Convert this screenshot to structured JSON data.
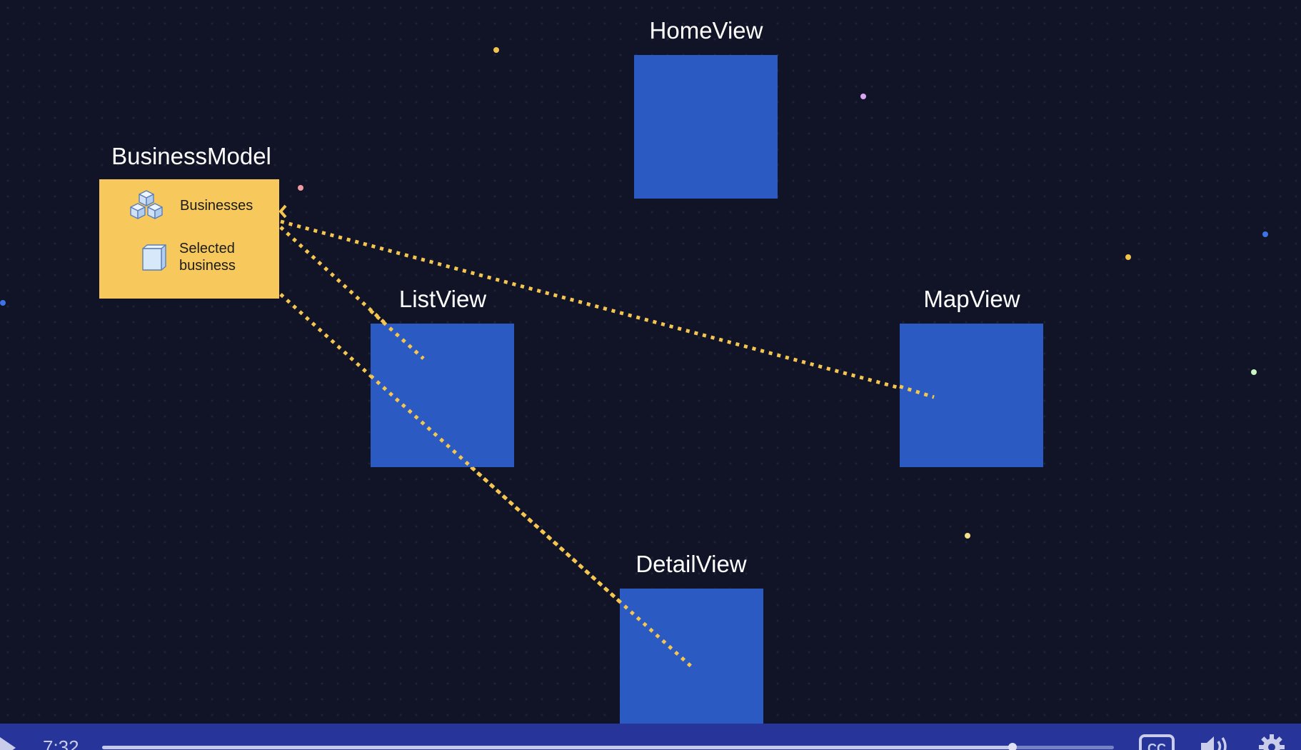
{
  "diagram": {
    "model": {
      "title": "BusinessModel",
      "items": [
        {
          "icon": "cubes-icon",
          "label": "Businesses"
        },
        {
          "icon": "cube-icon",
          "label": "Selected business"
        }
      ]
    },
    "views": {
      "home": "HomeView",
      "list": "ListView",
      "map": "MapView",
      "detail": "DetailView"
    },
    "colors": {
      "background": "#111427",
      "model_fill": "#f7c95c",
      "view_fill": "#2b5ac2",
      "connector": "#f5c64f"
    }
  },
  "player": {
    "time": "7:32",
    "progress": 0.9,
    "buttons": {
      "play": "play-icon",
      "captions": "closed-captions-icon",
      "volume": "volume-icon",
      "settings": "gear-icon"
    }
  }
}
